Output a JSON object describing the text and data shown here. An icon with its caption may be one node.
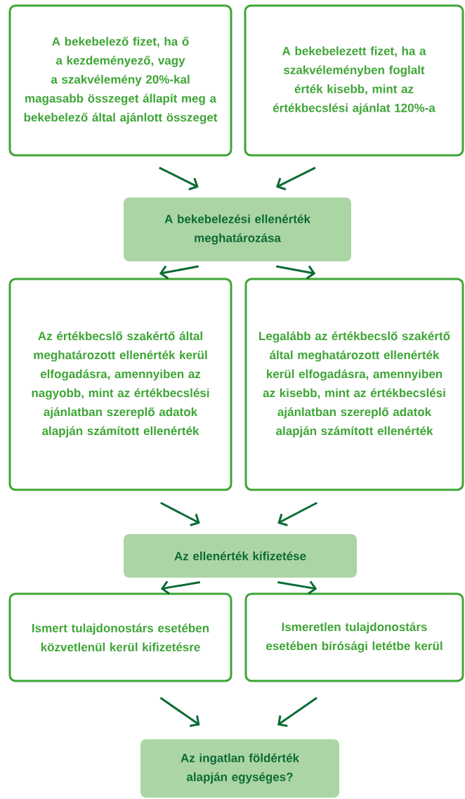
{
  "diagram": {
    "nodes": [
      {
        "text": [
          "A bekebelező fizet, ha ő a kezdeményező, vagy a szakvélemény 20%-kal magasabb összeget állapít meg a bekebelező által ajánlott összeget"
        ]
      },
      {
        "text": [
          "A bekebelezett fizet, ha a szakvéleményben foglalt érték kisebb, mint az értékbecslési ajánlat 120%-a"
        ]
      },
      {
        "text": [
          "A bekebelezési ellenérték meghatározása"
        ]
      },
      {
        "text": [
          "Az értékbecslő szakértő által meghatározott ellenérték kerül elfogadásra, amennyiben az nagyobb, mint az értékbecslési ajánlatban szereplő adatok alapján számított ellenérték"
        ]
      },
      {
        "text": [
          "Legalább az értékbecslő szakértő által meghatározott ellenérték kerül elfogadásra, amennyiben az kisebb, mint az értékbecslési ajánlatban szereplő adatok alapján számított ellenérték"
        ]
      },
      {
        "text": [
          "Az ellenérték kifizetése"
        ]
      },
      {
        "text": [
          "Ismert tulajdonostárs esetében közvetlenül kerül kifizetésre"
        ]
      },
      {
        "text": [
          "Ismeretlen tulajdonostárs esetében bírósági letétbe kerül"
        ]
      },
      {
        "text": [
          "Az ingatlan földérték alapján egységes?"
        ]
      }
    ],
    "edges": [
      {
        "from": 0,
        "to": 2,
        "arrow": "to"
      },
      {
        "from": 1,
        "to": 2,
        "arrow": "to"
      },
      {
        "from": 2,
        "to": 3,
        "arrow": "to"
      },
      {
        "from": 2,
        "to": 4,
        "arrow": "to"
      },
      {
        "from": 3,
        "to": 5,
        "arrow": "to"
      },
      {
        "from": 4,
        "to": 5,
        "arrow": "to"
      },
      {
        "from": 5,
        "to": 6,
        "arrow": "to"
      },
      {
        "from": 5,
        "to": 7,
        "arrow": "to"
      },
      {
        "from": 6,
        "to": 8,
        "arrow": "to"
      },
      {
        "from": 7,
        "to": 8,
        "arrow": "to"
      }
    ]
  }
}
